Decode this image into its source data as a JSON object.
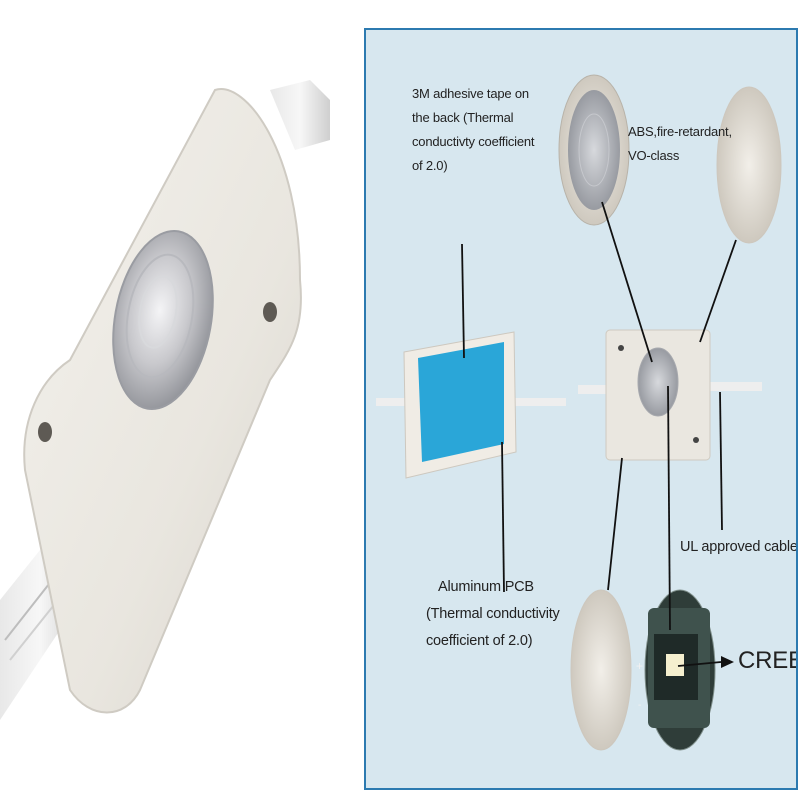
{
  "diagram": {
    "labels": {
      "adhesive_tape": [
        "3M adhesive tape on",
        "the back (Thermal",
        "conductivty coefficient",
        "of 2.0)"
      ],
      "abs_housing": [
        "ABS,fire-retardant,",
        "VO-class"
      ],
      "ul_cable": "UL approved cable",
      "aluminum_pcb": [
        "Aluminum PCB",
        "(Thermal conductivity",
        "coefficient of 2.0)"
      ],
      "cree": "CREE"
    },
    "colors": {
      "panel_background": "#d7e7ef",
      "panel_border": "#2c7ab0",
      "adhesive_tape": "#2aa6d8",
      "leader_line": "#111111"
    },
    "icons": [
      "led-module-photo",
      "lens-closeup",
      "housing-closeup",
      "module-back",
      "module-front",
      "chip-closeup"
    ]
  }
}
